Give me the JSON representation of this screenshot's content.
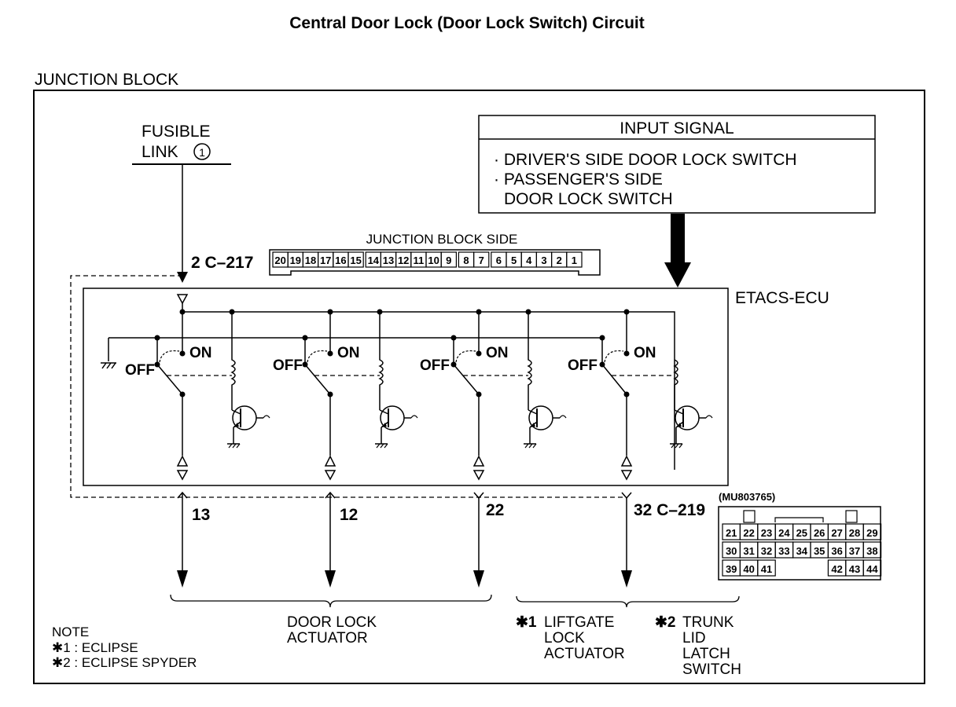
{
  "title": "Central Door Lock (Door Lock Switch) Circuit",
  "junction_block_label": "JUNCTION BLOCK",
  "fusible_link": {
    "line1": "FUSIBLE",
    "line2": "LINK",
    "number": "1"
  },
  "input_signal": {
    "header": "INPUT SIGNAL",
    "item1": "· DRIVER'S SIDE DOOR LOCK SWITCH",
    "item2_line1": "· PASSENGER'S SIDE",
    "item2_line2": "DOOR LOCK SWITCH"
  },
  "junction_block_side": {
    "label": "JUNCTION BLOCK SIDE",
    "pins": [
      "20",
      "19",
      "18",
      "17",
      "16",
      "15",
      "14",
      "13",
      "12",
      "11",
      "10",
      "9",
      "8",
      "7",
      "6",
      "5",
      "4",
      "3",
      "2",
      "1"
    ]
  },
  "c217_label": "2  C–217",
  "ecu_label": "ETACS-ECU",
  "switch_on": "ON",
  "switch_off": "OFF",
  "terminals": {
    "t13": "13",
    "t12": "12",
    "t22": "22",
    "t32": "32  C–219"
  },
  "c219": {
    "part_no": "(MU803765)",
    "row1": [
      "21",
      "22",
      "23",
      "24",
      "25",
      "26",
      "27",
      "28",
      "29"
    ],
    "row2": [
      "30",
      "31",
      "32",
      "33",
      "34",
      "35",
      "36",
      "37",
      "38"
    ],
    "row3_left": [
      "39",
      "40",
      "41"
    ],
    "row3_right": [
      "42",
      "43",
      "44"
    ]
  },
  "door_lock_actuator": {
    "line1": "DOOR LOCK",
    "line2": "ACTUATOR"
  },
  "liftgate": {
    "mark": "✱1",
    "line1": "LIFTGATE",
    "line2": "LOCK",
    "line3": "ACTUATOR"
  },
  "trunk": {
    "mark": "✱2",
    "line1": "TRUNK",
    "line2": "LID",
    "line3": "LATCH",
    "line4": "SWITCH"
  },
  "note": {
    "header": "NOTE",
    "line1": "✱1 : ECLIPSE",
    "line2": "✱2 : ECLIPSE SPYDER"
  }
}
